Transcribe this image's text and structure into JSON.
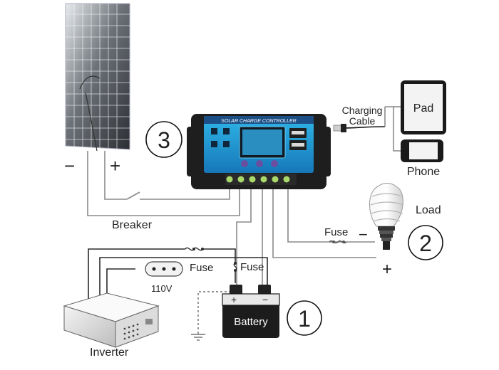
{
  "diagram": {
    "callouts": {
      "one": "1",
      "two": "2",
      "three": "3"
    },
    "panel": {
      "minus": "−",
      "plus": "+"
    },
    "controller": {
      "title": "SOLAR CHARGE CONTROLLER"
    },
    "labels": {
      "charging_cable": [
        "Charging",
        "Cable"
      ],
      "pad": "Pad",
      "phone": "Phone",
      "load": "Load",
      "breaker": "Breaker",
      "fuse_load": "Fuse",
      "fuse_inverter": "Fuse",
      "fuse_battery": "Fuse",
      "voltage": "110V",
      "battery": "Battery",
      "inverter": "Inverter"
    },
    "terminals": {
      "load_minus": "−",
      "load_plus": "+",
      "battery_plus": "+",
      "battery_minus": "−"
    }
  }
}
